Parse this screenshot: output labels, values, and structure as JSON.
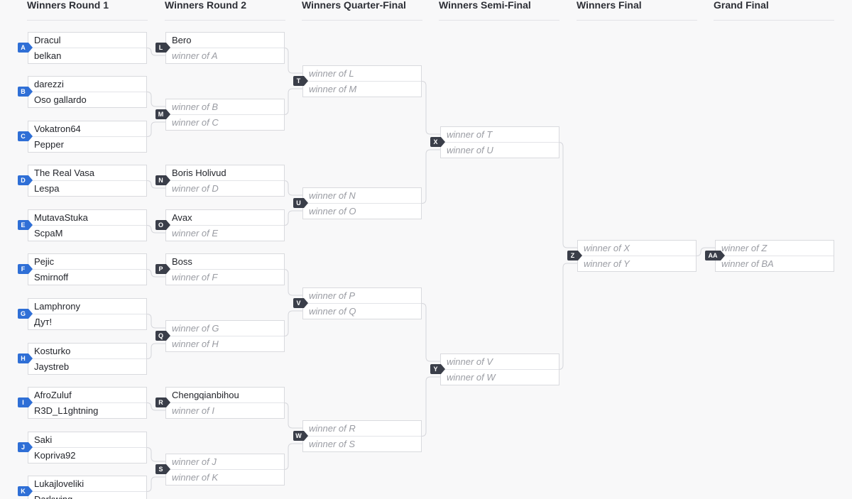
{
  "rounds": [
    {
      "id": "r1",
      "label": "Winners Round 1"
    },
    {
      "id": "r2",
      "label": "Winners Round 2"
    },
    {
      "id": "r3",
      "label": "Winners Quarter-Final"
    },
    {
      "id": "r4",
      "label": "Winners Semi-Final"
    },
    {
      "id": "r5",
      "label": "Winners Final"
    },
    {
      "id": "r6",
      "label": "Grand Final"
    }
  ],
  "matches": {
    "A": {
      "code": "A",
      "p1": "Dracul",
      "p2": "belkan",
      "p1_tbd": false,
      "p2_tbd": false
    },
    "B": {
      "code": "B",
      "p1": "darezzi",
      "p2": "Oso gallardo",
      "p1_tbd": false,
      "p2_tbd": false
    },
    "C": {
      "code": "C",
      "p1": "Vokatron64",
      "p2": "Pepper",
      "p1_tbd": false,
      "p2_tbd": false
    },
    "D": {
      "code": "D",
      "p1": "The Real Vasa",
      "p2": "Lespa",
      "p1_tbd": false,
      "p2_tbd": false
    },
    "E": {
      "code": "E",
      "p1": "MutavaStuka",
      "p2": "ScpaM",
      "p1_tbd": false,
      "p2_tbd": false
    },
    "F": {
      "code": "F",
      "p1": "Pejic",
      "p2": "Smirnoff",
      "p1_tbd": false,
      "p2_tbd": false
    },
    "G": {
      "code": "G",
      "p1": "Lamphrony",
      "p2": "Дут!",
      "p1_tbd": false,
      "p2_tbd": false
    },
    "H": {
      "code": "H",
      "p1": "Kosturko",
      "p2": "Jaystreb",
      "p1_tbd": false,
      "p2_tbd": false
    },
    "I": {
      "code": "I",
      "p1": "AfroZuluf",
      "p2": "R3D_L1ghtning",
      "p1_tbd": false,
      "p2_tbd": false
    },
    "J": {
      "code": "J",
      "p1": "Saki",
      "p2": "Kopriva92",
      "p1_tbd": false,
      "p2_tbd": false
    },
    "K": {
      "code": "K",
      "p1": "Lukajloveliki",
      "p2": "Darkwing",
      "p1_tbd": false,
      "p2_tbd": false
    },
    "L": {
      "code": "L",
      "p1": "Bero",
      "p2": "winner of A",
      "p1_tbd": false,
      "p2_tbd": true
    },
    "M": {
      "code": "M",
      "p1": "winner of B",
      "p2": "winner of C",
      "p1_tbd": true,
      "p2_tbd": true
    },
    "N": {
      "code": "N",
      "p1": "Boris Holivud",
      "p2": "winner of D",
      "p1_tbd": false,
      "p2_tbd": true
    },
    "O": {
      "code": "O",
      "p1": "Avax",
      "p2": "winner of E",
      "p1_tbd": false,
      "p2_tbd": true
    },
    "P": {
      "code": "P",
      "p1": "Boss",
      "p2": "winner of F",
      "p1_tbd": false,
      "p2_tbd": true
    },
    "Q": {
      "code": "Q",
      "p1": "winner of G",
      "p2": "winner of H",
      "p1_tbd": true,
      "p2_tbd": true
    },
    "R": {
      "code": "R",
      "p1": "Chengqianbihou",
      "p2": "winner of I",
      "p1_tbd": false,
      "p2_tbd": true
    },
    "S": {
      "code": "S",
      "p1": "winner of J",
      "p2": "winner of K",
      "p1_tbd": true,
      "p2_tbd": true
    },
    "T": {
      "code": "T",
      "p1": "winner of L",
      "p2": "winner of M",
      "p1_tbd": true,
      "p2_tbd": true
    },
    "U": {
      "code": "U",
      "p1": "winner of N",
      "p2": "winner of O",
      "p1_tbd": true,
      "p2_tbd": true
    },
    "V": {
      "code": "V",
      "p1": "winner of P",
      "p2": "winner of Q",
      "p1_tbd": true,
      "p2_tbd": true
    },
    "W": {
      "code": "W",
      "p1": "winner of R",
      "p2": "winner of S",
      "p1_tbd": true,
      "p2_tbd": true
    },
    "X": {
      "code": "X",
      "p1": "winner of T",
      "p2": "winner of U",
      "p1_tbd": true,
      "p2_tbd": true
    },
    "Y": {
      "code": "Y",
      "p1": "winner of V",
      "p2": "winner of W",
      "p1_tbd": true,
      "p2_tbd": true
    },
    "Z": {
      "code": "Z",
      "p1": "winner of X",
      "p2": "winner of Y",
      "p1_tbd": true,
      "p2_tbd": true
    },
    "AA": {
      "code": "AA",
      "p1": "winner of Z",
      "p2": "winner of BA",
      "p1_tbd": true,
      "p2_tbd": true
    }
  },
  "colors": {
    "badge_round1": "#2f6fd6",
    "badge_other": "#3a3e49",
    "connector": "#d5d6db",
    "tbd_text": "#9a9ca3"
  }
}
